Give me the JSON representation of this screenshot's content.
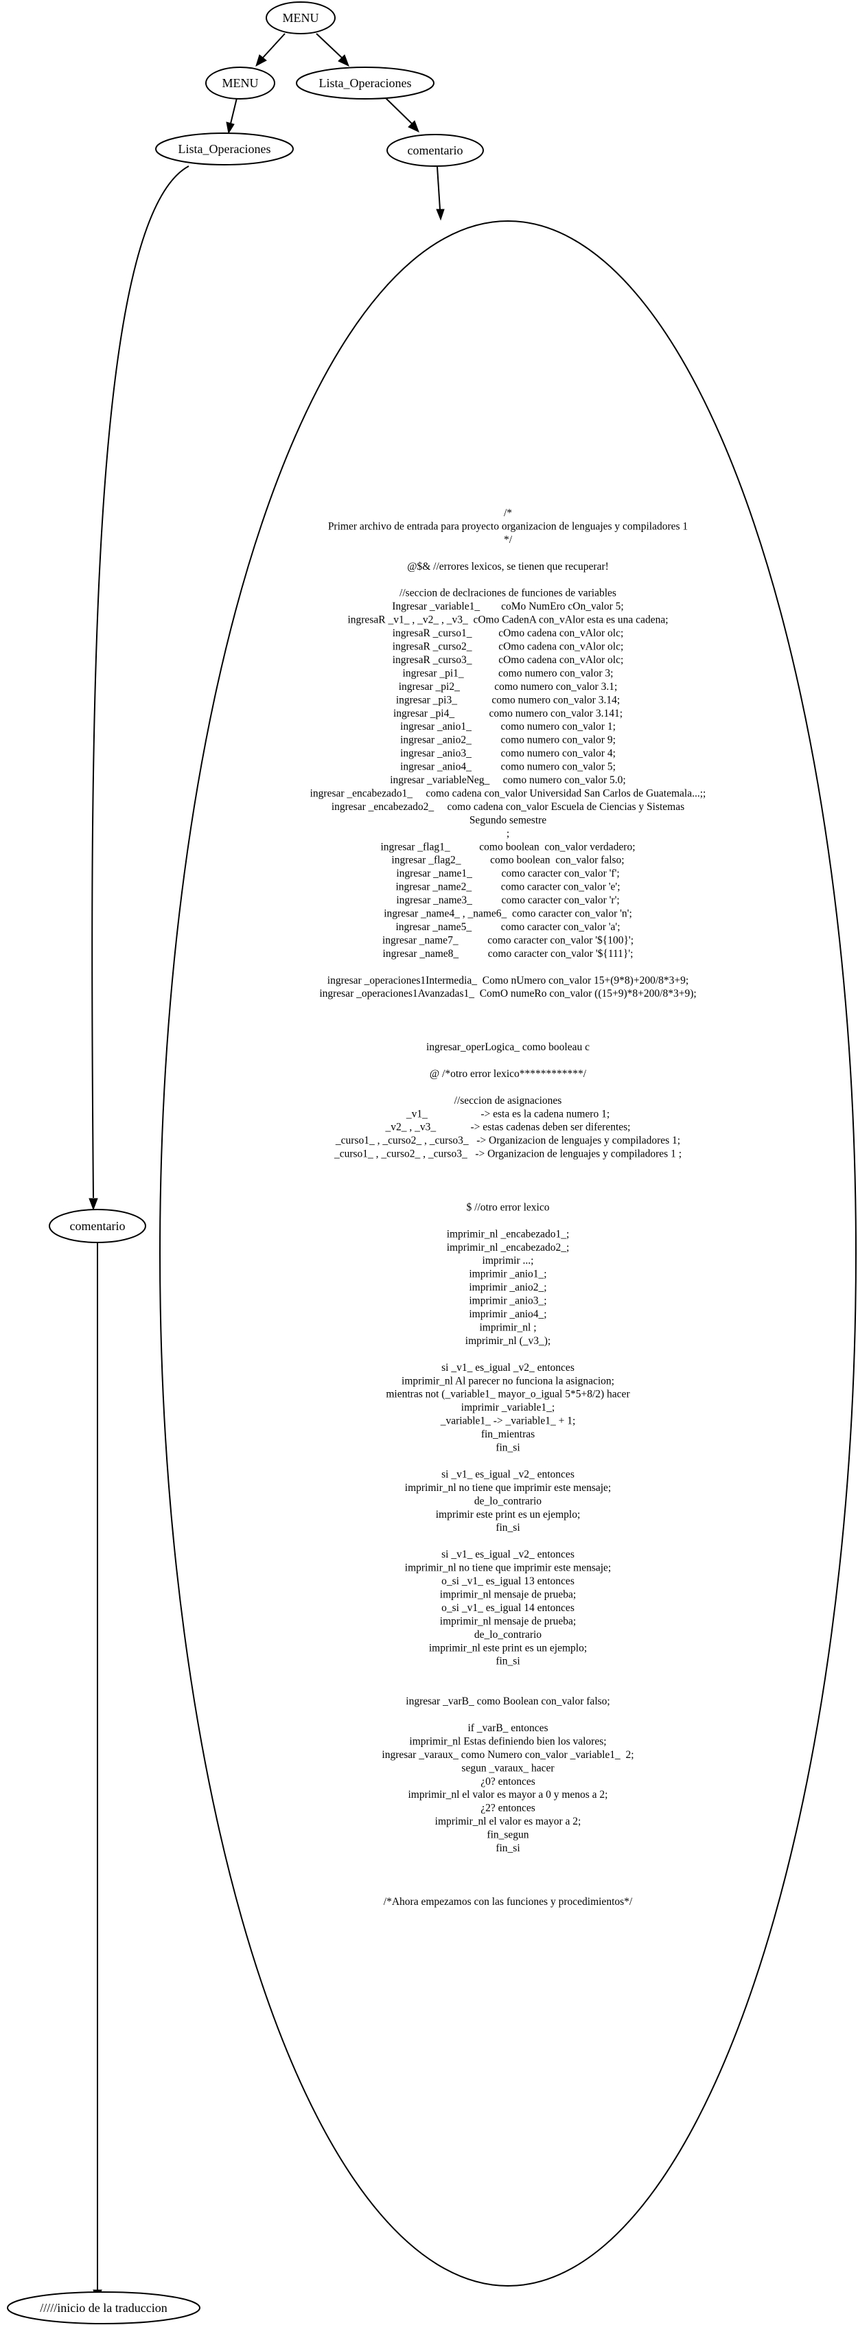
{
  "nodes": {
    "menu_root": "MENU",
    "menu_child": "MENU",
    "lista_left": "Lista_Operaciones",
    "lista_right": "Lista_Operaciones",
    "comentario_right": "comentario",
    "comentario_left": "comentario",
    "inicio": "/////inicio de la traduccion"
  },
  "comment_lines": [
    "/*",
    "Primer archivo de entrada para proyecto organizacion de lenguajes y compiladores 1",
    "*/",
    "",
    "@$& //errores lexicos, se tienen que recuperar!",
    "",
    "//seccion de declraciones de funciones de variables",
    "Ingresar _variable1_        coMo NumEro cOn_valor 5;",
    "ingresaR _v1_ , _v2_ , _v3_  cOmo CadenA con_vAlor esta es una cadena;",
    "ingresaR _curso1_          cOmo cadena con_vAlor olc;",
    "ingresaR _curso2_          cOmo cadena con_vAlor olc;",
    "ingresaR _curso3_          cOmo cadena con_vAlor olc;",
    "ingresar _pi1_             como numero con_valor 3;",
    "ingresar _pi2_             como numero con_valor 3.1;",
    "ingresar _pi3_             como numero con_valor 3.14;",
    "ingresar _pi4_             como numero con_valor 3.141;",
    "ingresar _anio1_           como numero con_valor 1;",
    "ingresar _anio2_           como numero con_valor 9;",
    "ingresar _anio3_           como numero con_valor 4;",
    "ingresar _anio4_           como numero con_valor 5;",
    "ingresar _variableNeg_     como numero con_valor 5.0;",
    "ingresar _encabezado1_     como cadena con_valor Universidad San Carlos de Guatemala...;;",
    "ingresar _encabezado2_     como cadena con_valor Escuela de Ciencias y Sistemas",
    "Segundo semestre",
    ";",
    "ingresar _flag1_           como boolean  con_valor verdadero;",
    "ingresar _flag2_           como boolean  con_valor falso;",
    "ingresar _name1_           como caracter con_valor 'f';",
    "ingresar _name2_           como caracter con_valor 'e';",
    "ingresar _name3_           como caracter con_valor 'r';",
    "ingresar _name4_ , _name6_  como caracter con_valor 'n';",
    "ingresar _name5_           como caracter con_valor 'a';",
    "ingresar _name7_           como caracter con_valor '${100}';",
    "ingresar _name8_           como caracter con_valor '${111}';",
    "",
    "ingresar _operaciones1Intermedia_  Como nUmero con_valor 15+(9*8)+200/8*3+9;",
    "ingresar _operaciones1Avanzadas1_  ComO numeRo con_valor ((15+9)*8+200/8*3+9);",
    "",
    "",
    "",
    "ingresar_operLogica_ como booleau c",
    "",
    "@ /*otro error lexico************/",
    "",
    "//seccion de asignaciones",
    "_v1_                    -> esta es la cadena numero 1;",
    "_v2_ , _v3_             -> estas cadenas deben ser diferentes;",
    "_curso1_ , _curso2_ , _curso3_   -> Organizacion de lenguajes y compiladores 1;",
    "_curso1_ , _curso2_ , _curso3_   -> Organizacion de lenguajes y compiladores 1 ;",
    "",
    "",
    "",
    "$ //otro error lexico",
    "",
    "imprimir_nl _encabezado1_;",
    "imprimir_nl _encabezado2_;",
    "imprimir ...;",
    "imprimir _anio1_;",
    "imprimir _anio2_;",
    "imprimir _anio3_;",
    "imprimir _anio4_;",
    "imprimir_nl ;",
    "imprimir_nl (_v3_);",
    "",
    "si _v1_ es_igual _v2_ entonces",
    "imprimir_nl Al parecer no funciona la asignacion;",
    "mientras not (_variable1_ mayor_o_igual 5*5+8/2) hacer",
    "imprimir _variable1_;",
    "_variable1_ -> _variable1_ + 1;",
    "fin_mientras",
    "fin_si",
    "",
    "si _v1_ es_igual _v2_ entonces",
    "imprimir_nl no tiene que imprimir este mensaje;",
    "de_lo_contrario",
    "imprimir este print es un ejemplo;",
    "fin_si",
    "",
    "si _v1_ es_igual _v2_ entonces",
    "imprimir_nl no tiene que imprimir este mensaje;",
    "o_si _v1_ es_igual 13 entonces",
    "imprimir_nl mensaje de prueba;",
    "o_si _v1_ es_igual 14 entonces",
    "imprimir_nl mensaje de prueba;",
    "de_lo_contrario",
    "imprimir_nl este print es un ejemplo;",
    "fin_si",
    "",
    "",
    "ingresar _varB_ como Boolean con_valor falso;",
    "",
    "if _varB_ entonces",
    "imprimir_nl Estas definiendo bien los valores;",
    "ingresar _varaux_ como Numero con_valor _variable1_  2;",
    "segun _varaux_ hacer",
    "¿0? entonces",
    "imprimir_nl el valor es mayor a 0 y menos a 2;",
    "¿2? entonces",
    "imprimir_nl el valor es mayor a 2;",
    "fin_segun",
    "fin_si",
    "",
    "",
    "",
    "/*Ahora empezamos con las funciones y procedimientos*/"
  ]
}
